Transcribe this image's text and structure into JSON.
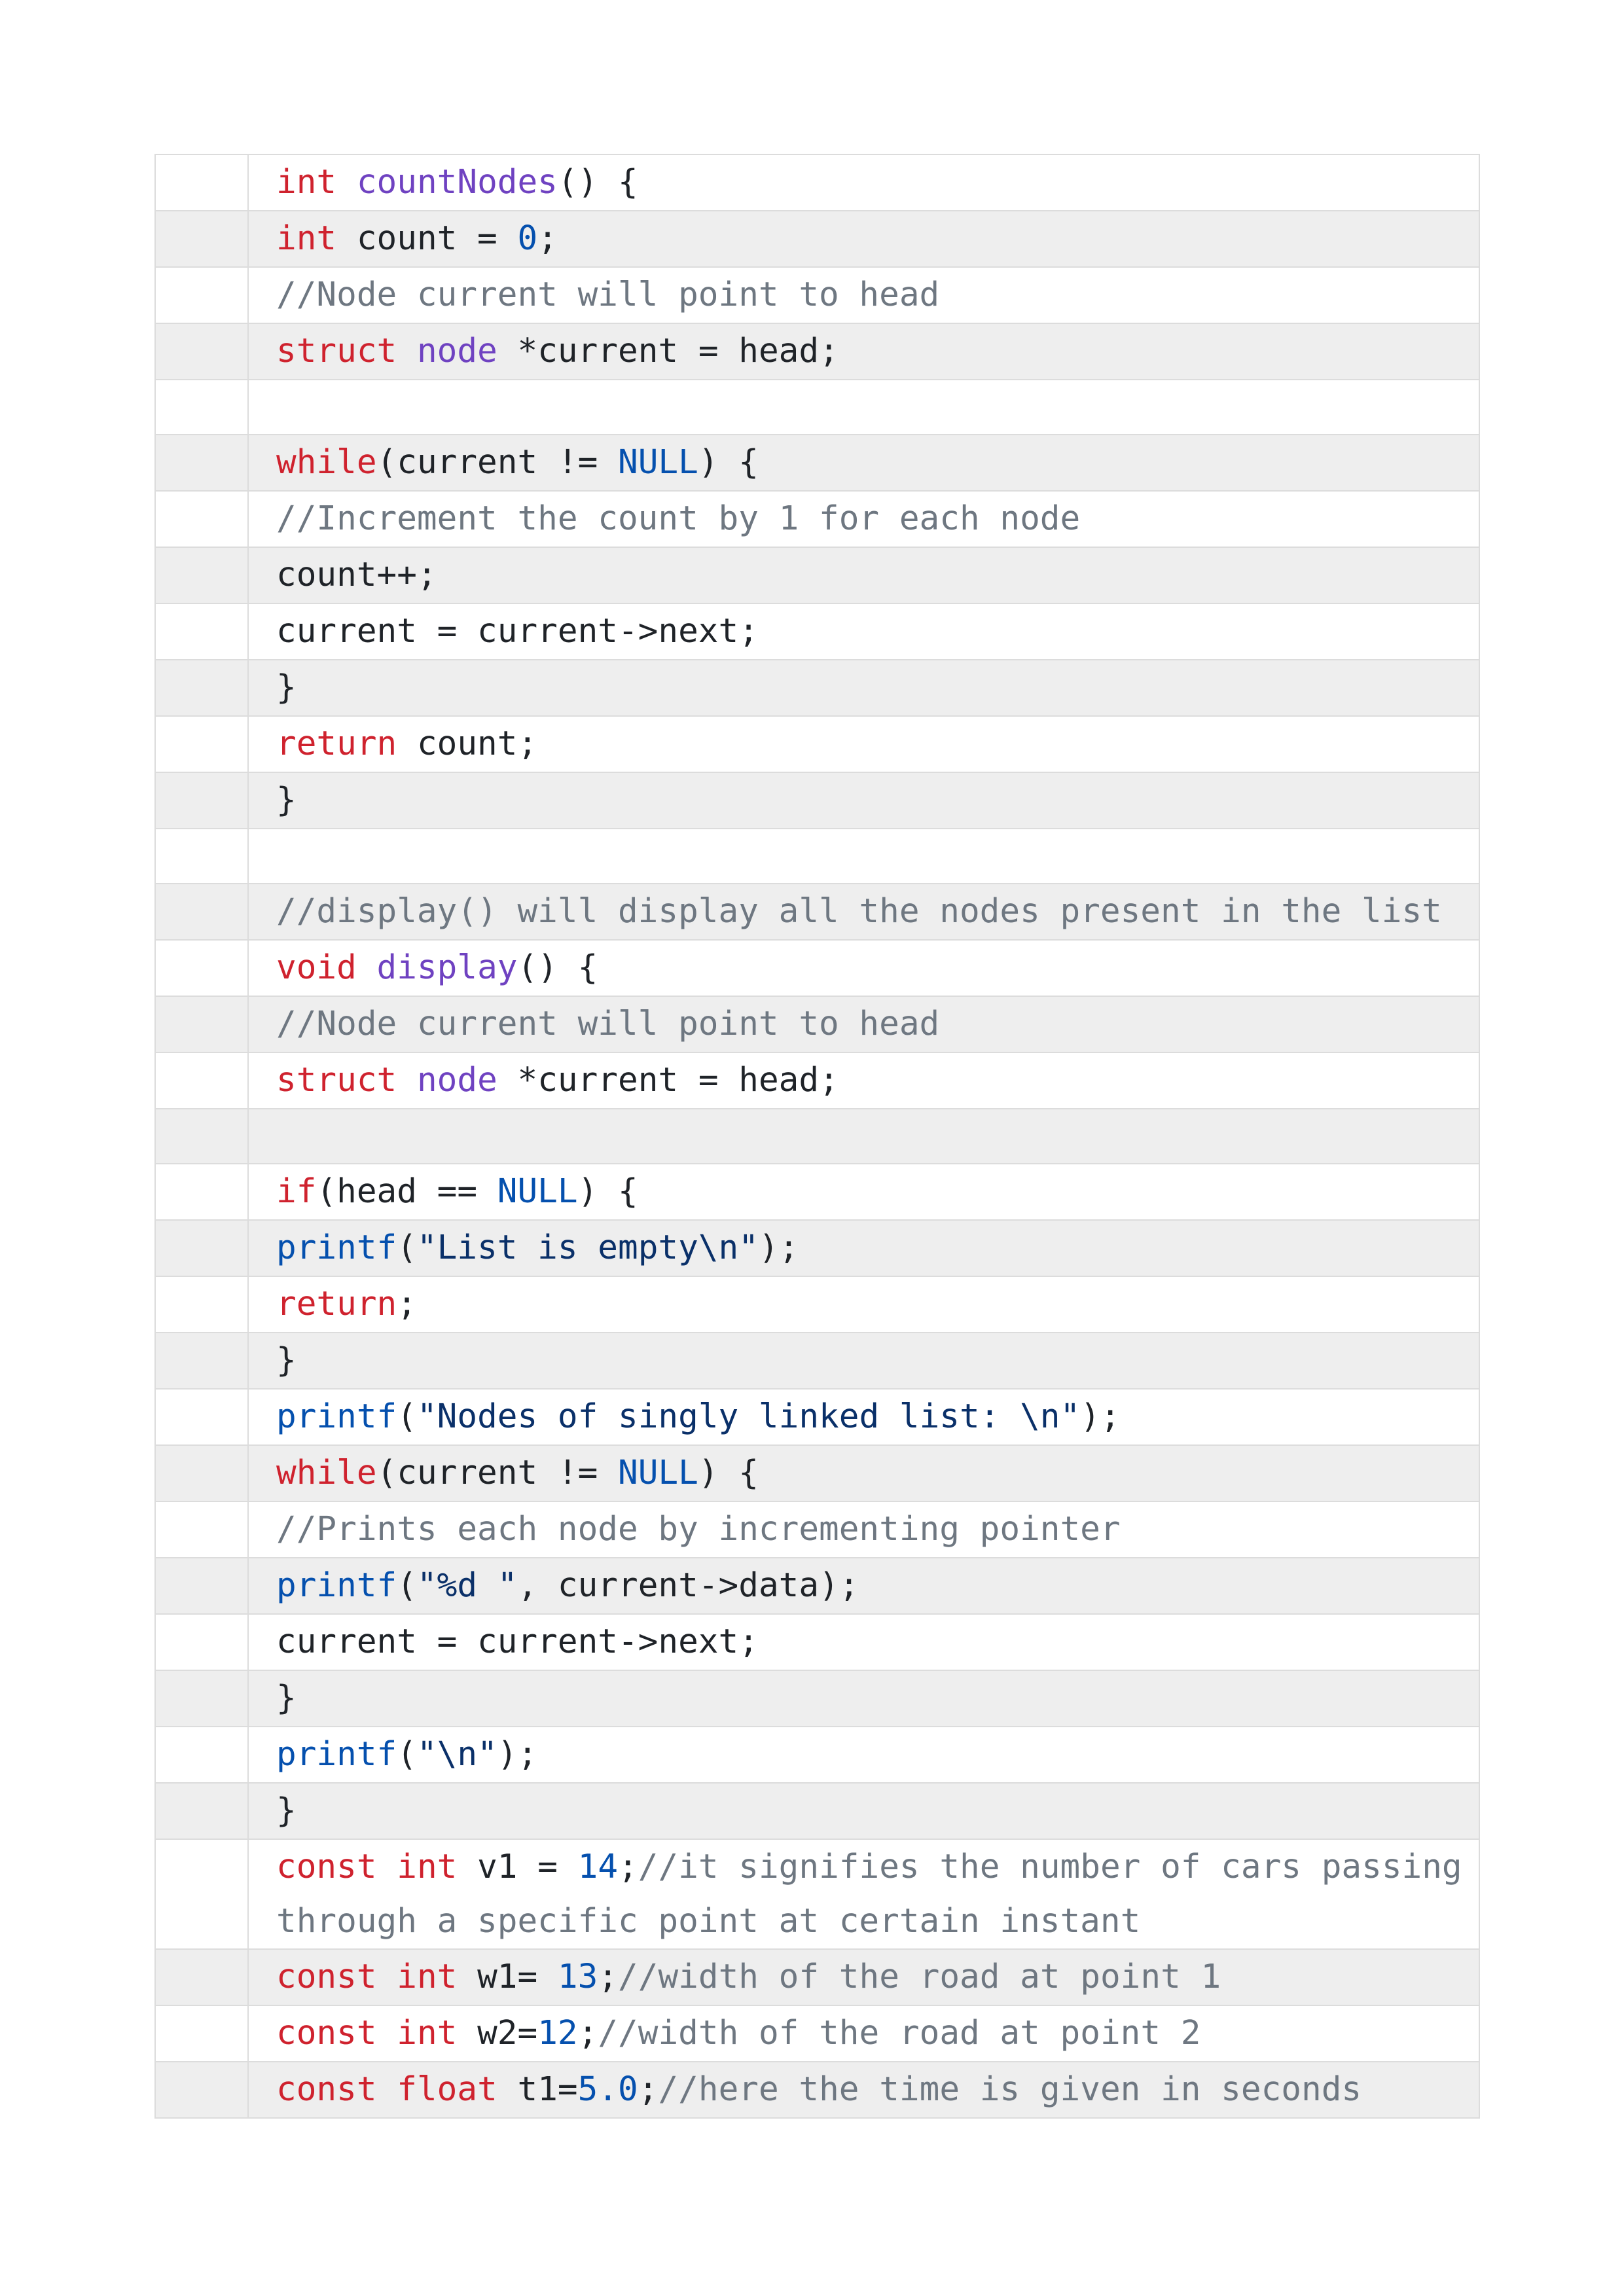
{
  "colors": {
    "keyword": "#cf222e",
    "function": "#6f42c1",
    "number": "#0550ae",
    "comment": "#6e7781",
    "string": "#0a3069",
    "text": "#1f2328",
    "row_alt": "#eeeeee",
    "border": "#dcdcdc"
  },
  "lines": [
    [
      {
        "t": "kw",
        "v": "int"
      },
      {
        "t": "pl",
        "v": " "
      },
      {
        "t": "fn",
        "v": "countNodes"
      },
      {
        "t": "pl",
        "v": "() {"
      }
    ],
    [
      {
        "t": "kw",
        "v": "int"
      },
      {
        "t": "pl",
        "v": " count = "
      },
      {
        "t": "num",
        "v": "0"
      },
      {
        "t": "pl",
        "v": ";"
      }
    ],
    [
      {
        "t": "cm",
        "v": "//Node current will point to head"
      }
    ],
    [
      {
        "t": "kw",
        "v": "struct"
      },
      {
        "t": "pl",
        "v": " "
      },
      {
        "t": "ty",
        "v": "node"
      },
      {
        "t": "pl",
        "v": " *current = head;"
      }
    ],
    [],
    [
      {
        "t": "kw",
        "v": "while"
      },
      {
        "t": "pl",
        "v": "(current != "
      },
      {
        "t": "cn",
        "v": "NULL"
      },
      {
        "t": "pl",
        "v": ") {"
      }
    ],
    [
      {
        "t": "cm",
        "v": "//Increment the count by 1 for each node"
      }
    ],
    [
      {
        "t": "pl",
        "v": "count++;"
      }
    ],
    [
      {
        "t": "pl",
        "v": "current = current->next;"
      }
    ],
    [
      {
        "t": "pl",
        "v": "}"
      }
    ],
    [
      {
        "t": "kw",
        "v": "return"
      },
      {
        "t": "pl",
        "v": " count;"
      }
    ],
    [
      {
        "t": "pl",
        "v": "}"
      }
    ],
    [],
    [
      {
        "t": "cm",
        "v": "//display() will display all the nodes present in the list"
      }
    ],
    [
      {
        "t": "kw",
        "v": "void"
      },
      {
        "t": "pl",
        "v": " "
      },
      {
        "t": "fn",
        "v": "display"
      },
      {
        "t": "pl",
        "v": "() {"
      }
    ],
    [
      {
        "t": "cm",
        "v": "//Node current will point to head"
      }
    ],
    [
      {
        "t": "kw",
        "v": "struct"
      },
      {
        "t": "pl",
        "v": " "
      },
      {
        "t": "ty",
        "v": "node"
      },
      {
        "t": "pl",
        "v": " *current = head;"
      }
    ],
    [],
    [
      {
        "t": "kw",
        "v": "if"
      },
      {
        "t": "pl",
        "v": "(head == "
      },
      {
        "t": "cn",
        "v": "NULL"
      },
      {
        "t": "pl",
        "v": ") {"
      }
    ],
    [
      {
        "t": "bi",
        "v": "printf"
      },
      {
        "t": "pl",
        "v": "("
      },
      {
        "t": "str",
        "v": "\"List is empty\\n\""
      },
      {
        "t": "pl",
        "v": ");"
      }
    ],
    [
      {
        "t": "kw",
        "v": "return"
      },
      {
        "t": "pl",
        "v": ";"
      }
    ],
    [
      {
        "t": "pl",
        "v": "}"
      }
    ],
    [
      {
        "t": "bi",
        "v": "printf"
      },
      {
        "t": "pl",
        "v": "("
      },
      {
        "t": "str",
        "v": "\"Nodes of singly linked list: \\n\""
      },
      {
        "t": "pl",
        "v": ");"
      }
    ],
    [
      {
        "t": "kw",
        "v": "while"
      },
      {
        "t": "pl",
        "v": "(current != "
      },
      {
        "t": "cn",
        "v": "NULL"
      },
      {
        "t": "pl",
        "v": ") {"
      }
    ],
    [
      {
        "t": "cm",
        "v": "//Prints each node by incrementing pointer"
      }
    ],
    [
      {
        "t": "bi",
        "v": "printf"
      },
      {
        "t": "pl",
        "v": "("
      },
      {
        "t": "str",
        "v": "\"%d \""
      },
      {
        "t": "pl",
        "v": ", current->data);"
      }
    ],
    [
      {
        "t": "pl",
        "v": "current = current->next;"
      }
    ],
    [
      {
        "t": "pl",
        "v": "}"
      }
    ],
    [
      {
        "t": "bi",
        "v": "printf"
      },
      {
        "t": "pl",
        "v": "("
      },
      {
        "t": "str",
        "v": "\"\\n\""
      },
      {
        "t": "pl",
        "v": ");"
      }
    ],
    [
      {
        "t": "pl",
        "v": "}"
      }
    ],
    [
      {
        "t": "kw",
        "v": "const"
      },
      {
        "t": "pl",
        "v": " "
      },
      {
        "t": "kw",
        "v": "int"
      },
      {
        "t": "pl",
        "v": " v1 = "
      },
      {
        "t": "num",
        "v": "14"
      },
      {
        "t": "pl",
        "v": ";"
      },
      {
        "t": "cm",
        "v": "//it signifies the number of cars passing through a specific point at certain instant"
      }
    ],
    [
      {
        "t": "kw",
        "v": "const"
      },
      {
        "t": "pl",
        "v": " "
      },
      {
        "t": "kw",
        "v": "int"
      },
      {
        "t": "pl",
        "v": " w1= "
      },
      {
        "t": "num",
        "v": "13"
      },
      {
        "t": "pl",
        "v": ";"
      },
      {
        "t": "cm",
        "v": "//width of the road at point 1"
      }
    ],
    [
      {
        "t": "kw",
        "v": "const"
      },
      {
        "t": "pl",
        "v": " "
      },
      {
        "t": "kw",
        "v": "int"
      },
      {
        "t": "pl",
        "v": " w2="
      },
      {
        "t": "num",
        "v": "12"
      },
      {
        "t": "pl",
        "v": ";"
      },
      {
        "t": "cm",
        "v": "//width of the road at point 2"
      }
    ],
    [
      {
        "t": "kw",
        "v": "const"
      },
      {
        "t": "pl",
        "v": " "
      },
      {
        "t": "kw",
        "v": "float"
      },
      {
        "t": "pl",
        "v": " t1="
      },
      {
        "t": "num",
        "v": "5.0"
      },
      {
        "t": "pl",
        "v": ";"
      },
      {
        "t": "cm",
        "v": "//here the time is given in seconds"
      }
    ]
  ]
}
